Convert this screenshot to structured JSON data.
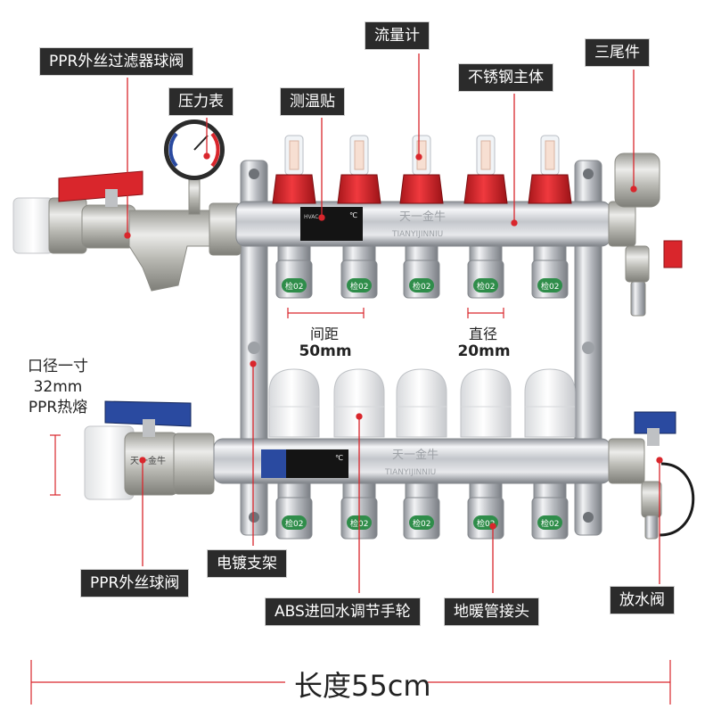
{
  "labels": {
    "filter_ball_valve": "PPR外丝过滤器球阀",
    "pressure_gauge": "压力表",
    "temp_sticker": "测温贴",
    "flow_meter": "流量计",
    "stainless_body": "不锈钢主体",
    "three_tail": "三尾件",
    "ppr_ball_valve": "PPR外丝球阀",
    "bracket": "电镀支架",
    "abs_handwheel": "ABS进回水调节手轮",
    "floor_heating_connector": "地暖管接头",
    "drain_valve": "放水阀"
  },
  "dimensions": {
    "spacing_title": "间距",
    "spacing_value": "50mm",
    "diameter_title": "直径",
    "diameter_value": "20mm",
    "length": "长度55cm",
    "inlet_line1": "口径一寸",
    "inlet_line2": "32mm",
    "inlet_line3": "PPR热熔"
  },
  "brand": {
    "cn": "天一金牛",
    "en": "TIANYIJINNIU"
  },
  "sticker": {
    "unit": "℃"
  },
  "port_tag": "检02",
  "colors": {
    "red_accent": "#d9262c",
    "blue_accent": "#2a4aa0",
    "label_bg": "#2b2b2b",
    "steel": "#c9ccd1"
  }
}
